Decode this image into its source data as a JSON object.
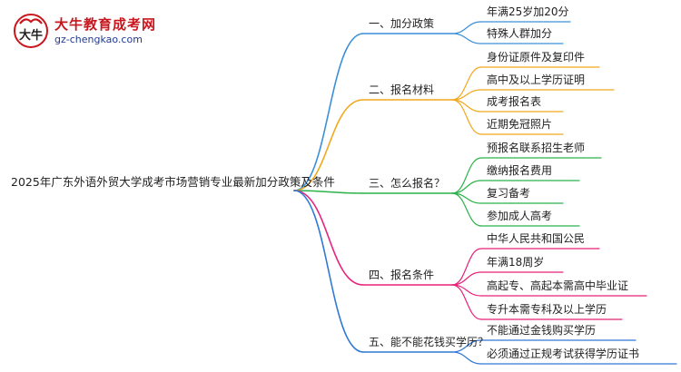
{
  "logo": {
    "title": "大牛教育成考网",
    "url": "gz-chengkao.com",
    "mark_text": "大牛"
  },
  "mindmap": {
    "root": "2025年广东外语外贸大学成考市场营销专业最新加分政策及条件",
    "branches": [
      {
        "label": "一、加分政策",
        "color": "#3b8fd9",
        "children": [
          "年满25岁加20分",
          "特殊人群加分"
        ]
      },
      {
        "label": "二、报名材料",
        "color": "#f0a81c",
        "children": [
          "身份证原件及复印件",
          "高中及以上学历证明",
          "成考报名表",
          "近期免冠照片"
        ]
      },
      {
        "label": "三、怎么报名？",
        "color": "#2cb24a",
        "children": [
          "预报名联系招生老师",
          "缴纳报名费用",
          "复习备考",
          "参加成人高考"
        ]
      },
      {
        "label": "四、报名条件",
        "color": "#e8227a",
        "children": [
          "中华人民共和国公民",
          "年满18周岁",
          "高起专、高起本需高中毕业证",
          "专升本需专科及以上学历"
        ]
      },
      {
        "label": "五、能不能花钱买学历？",
        "color": "#2f79d6",
        "children": [
          "不能通过金钱购买学历",
          "必须通过正规考试获得学历证书"
        ]
      }
    ]
  }
}
